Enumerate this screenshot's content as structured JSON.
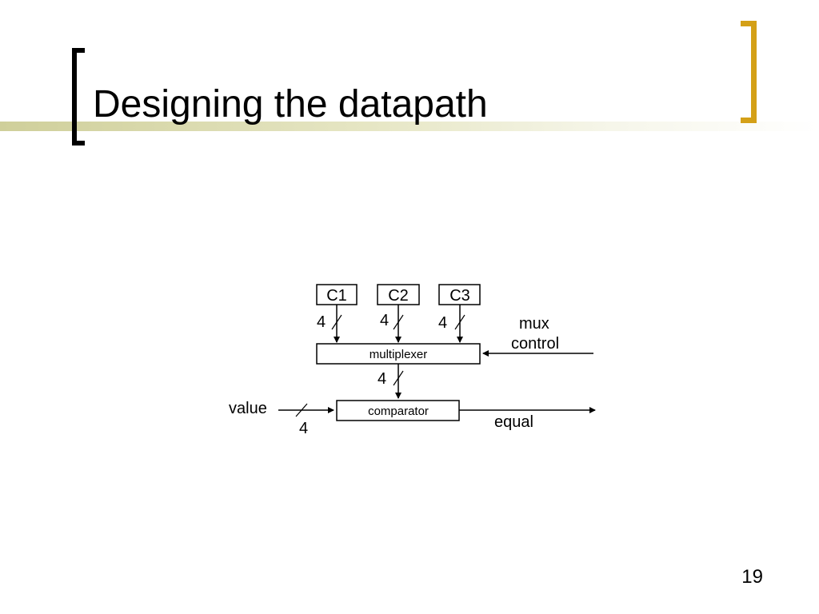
{
  "slide": {
    "title": "Designing the datapath",
    "page_number": "19"
  },
  "colors": {
    "title_bracket": "#000000",
    "corner_bracket": "#d4a017",
    "title_band": "#cfcf9a"
  },
  "diagram": {
    "inputs": [
      "C1",
      "C2",
      "C3"
    ],
    "input_bus_width": "4",
    "multiplexer_label": "multiplexer",
    "mux_output_width": "4",
    "comparator_label": "comparator",
    "value_label": "value",
    "value_width": "4",
    "mux_control_line1": "mux",
    "mux_control_line2": "control",
    "output_label": "equal"
  }
}
